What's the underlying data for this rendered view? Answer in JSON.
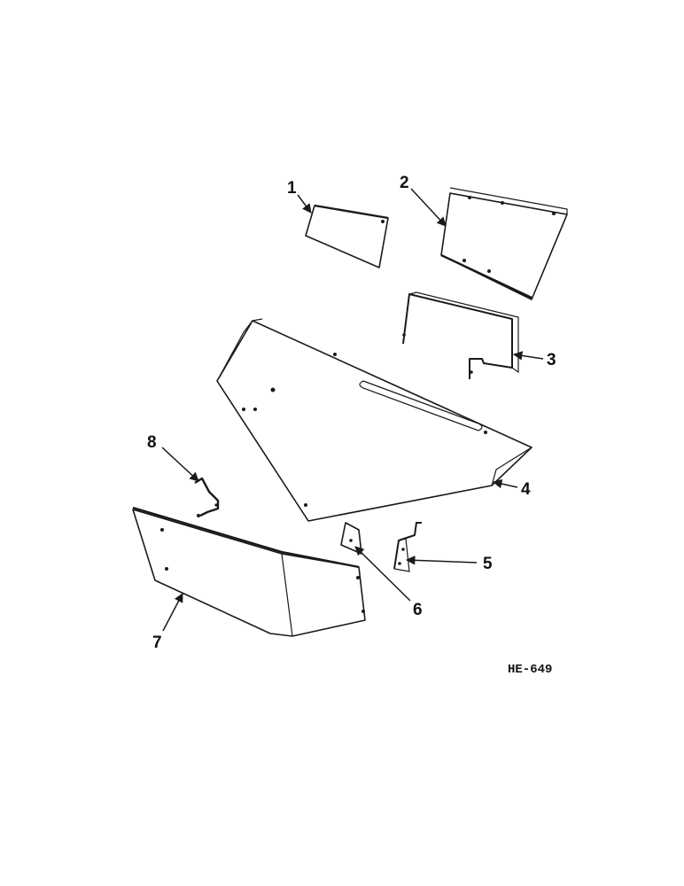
{
  "callouts": [
    "1",
    "2",
    "3",
    "4",
    "5",
    "6",
    "7",
    "8"
  ],
  "figure_ref": "HE-649",
  "colors": {
    "ink": "#1a1a1a",
    "paper": "#ffffff"
  }
}
